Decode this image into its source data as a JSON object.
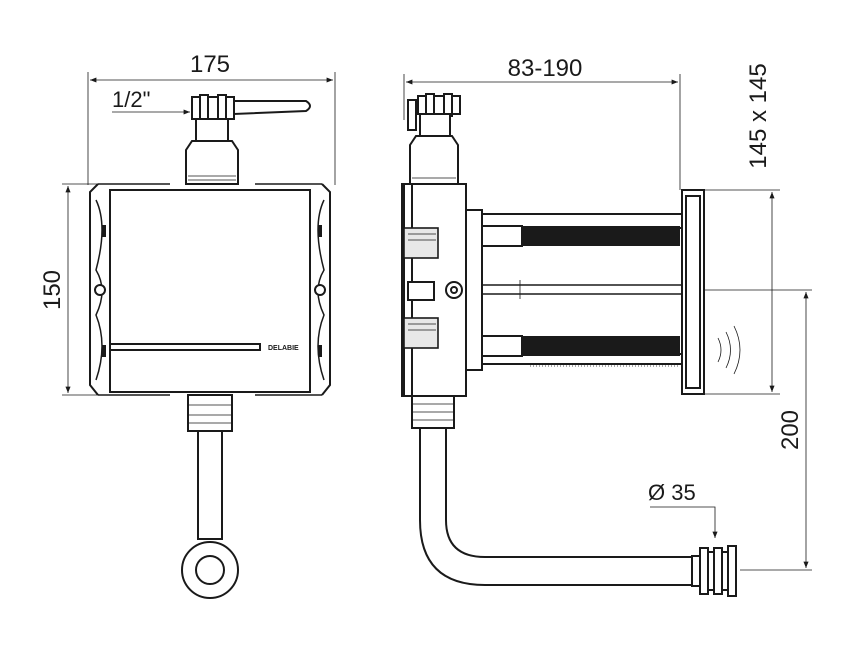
{
  "dimensions": {
    "front_width": "175",
    "front_height": "150",
    "thread_size": "1/2\"",
    "side_depth": "83-190",
    "plate_size": "145 x 145",
    "drop_height": "200",
    "outlet_diameter": "Ø 35"
  },
  "brand_label": "DELABIE",
  "colors": {
    "line": "#1a1a1a",
    "fill": "#ffffff",
    "shade": "#e8e8e8"
  }
}
